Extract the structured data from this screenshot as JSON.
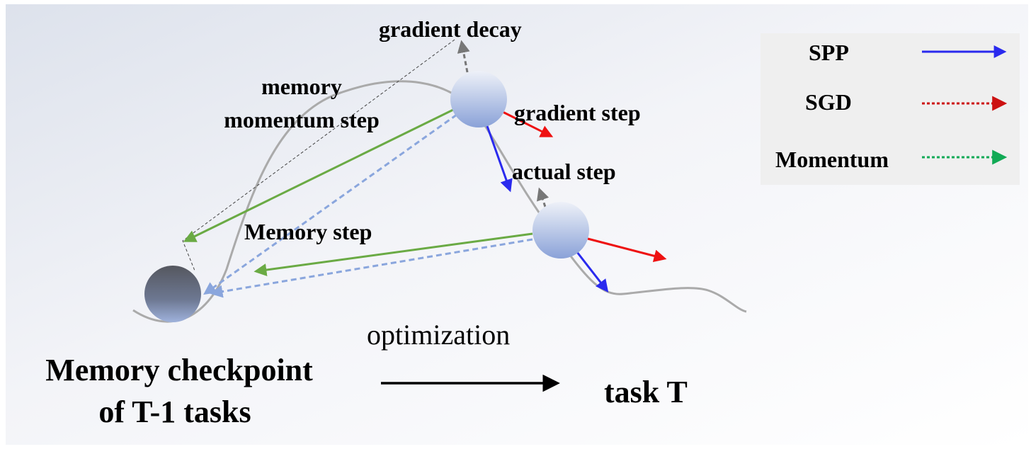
{
  "labels": {
    "gradient_decay": "gradient decay",
    "memory_momentum_step_line1": "memory",
    "memory_momentum_step_line2": "momentum step",
    "gradient_step": "gradient step",
    "actual_step": "actual step",
    "memory_step": "Memory step",
    "optimization": "optimization",
    "checkpoint_line1": "Memory checkpoint",
    "checkpoint_line2": "of T-1 tasks",
    "task": "task T"
  },
  "legend": [
    {
      "label": "SPP",
      "color": "#2a2aee",
      "style": "solid"
    },
    {
      "label": "SGD",
      "color": "#cc1111",
      "style": "dotted"
    },
    {
      "label": "Momentum",
      "color": "#11aa55",
      "style": "dotted"
    }
  ],
  "colors": {
    "spp": "#2a2aee",
    "gradient": "#ee1111",
    "momentum": "#6aaa44",
    "memory_dashed": "#8aa6dd",
    "decay": "#777777",
    "curve": "#aaaaaa"
  }
}
